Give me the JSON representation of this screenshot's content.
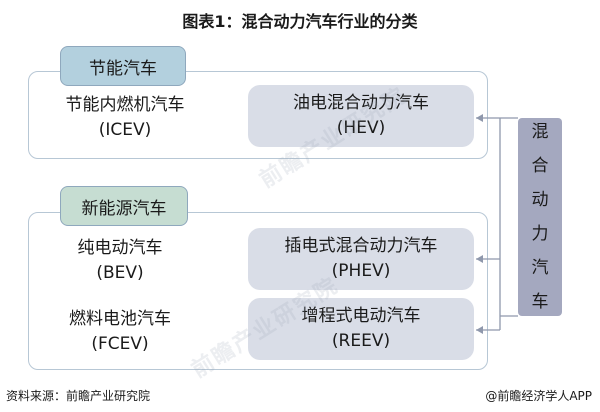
{
  "title": "图表1：混合动力汽车行业的分类",
  "groups": {
    "energy_saving": {
      "label": "节能汽车"
    },
    "new_energy": {
      "label": "新能源汽车"
    }
  },
  "items": {
    "icev": {
      "name": "节能内燃机汽车",
      "abbr": "(ICEV)"
    },
    "hev": {
      "name": "油电混合动力汽车",
      "abbr": "(HEV)"
    },
    "bev": {
      "name": "纯电动汽车",
      "abbr": "(BEV)"
    },
    "phev": {
      "name": "插电式混合动力汽车",
      "abbr": "(PHEV)"
    },
    "fcev": {
      "name": "燃料电池汽车",
      "abbr": "(FCEV)"
    },
    "reev": {
      "name": "增程式电动汽车",
      "abbr": "(REEV)"
    }
  },
  "side_label": [
    "混",
    "合",
    "动",
    "力",
    "汽",
    "车"
  ],
  "watermark": "前瞻产业研究院",
  "footer": {
    "source": "资料来源：前瞻产业研究院",
    "brand": "@前瞻经济学人APP"
  },
  "colors": {
    "panel_border": "#b7c7d5",
    "tab_blue": "#b3d0de",
    "tab_green": "#c6ddd2",
    "box_fill": "#d9dde7",
    "side_fill": "#a4a8bf",
    "connector": "#8f98ac"
  }
}
